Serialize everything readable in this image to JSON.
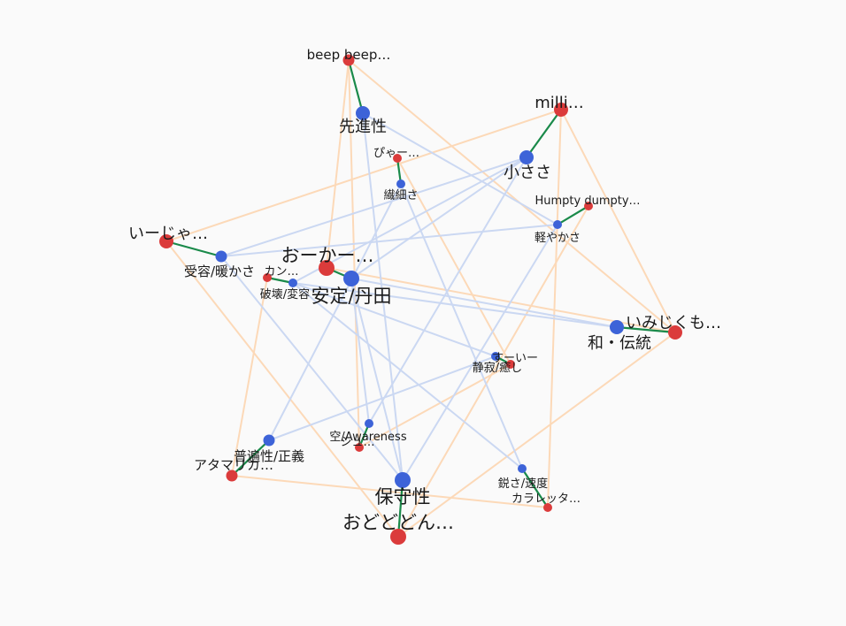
{
  "colors": {
    "background": "#fafafa",
    "pair_node": "#db3b3b",
    "concept_node": "#3d63d8",
    "pair_edge": "#1a8a4a",
    "pair_cross_edge": "#fcd9b8",
    "concept_cross_edge": "#cbd8f2"
  },
  "nodes": [
    {
      "id": "beep",
      "label": "beep beep…",
      "kind": "pair",
      "size": "s"
    },
    {
      "id": "sensei",
      "label": "先進性",
      "kind": "concept",
      "size": "m"
    },
    {
      "id": "milli",
      "label": "milli…",
      "kind": "pair",
      "size": "m"
    },
    {
      "id": "chiisa",
      "label": "小ささ",
      "kind": "concept",
      "size": "m"
    },
    {
      "id": "pya",
      "label": "ぴゃー…",
      "kind": "pair",
      "size": "xs"
    },
    {
      "id": "sensai",
      "label": "繊細さ",
      "kind": "concept",
      "size": "xs"
    },
    {
      "id": "humpty",
      "label": "Humpty dumpty…",
      "kind": "pair",
      "size": "xs"
    },
    {
      "id": "karoyaka",
      "label": "軽やかさ",
      "kind": "concept",
      "size": "xs"
    },
    {
      "id": "iija",
      "label": "いーじゃ…",
      "kind": "pair",
      "size": "m"
    },
    {
      "id": "juyou",
      "label": "受容/暖かさ",
      "kind": "concept",
      "size": "s"
    },
    {
      "id": "okaa",
      "label": "おーかー…",
      "kind": "pair",
      "size": "l"
    },
    {
      "id": "antei",
      "label": "安定/丹田",
      "kind": "concept",
      "size": "l"
    },
    {
      "id": "kanpair",
      "label": "カン…",
      "kind": "pair",
      "size": "xs"
    },
    {
      "id": "hakai",
      "label": "破壊/変容",
      "kind": "concept",
      "size": "xs"
    },
    {
      "id": "imiji",
      "label": "いみじくも…",
      "kind": "pair",
      "size": "m"
    },
    {
      "id": "wa",
      "label": "和・伝統",
      "kind": "concept",
      "size": "m"
    },
    {
      "id": "sui",
      "label": "すーいー",
      "kind": "pair",
      "size": "xs"
    },
    {
      "id": "seijaku",
      "label": "静寂/癒し",
      "kind": "concept",
      "size": "xs"
    },
    {
      "id": "kuupair",
      "label": "シュ…",
      "kind": "pair",
      "size": "xs"
    },
    {
      "id": "kuu",
      "label": "空/Awareness",
      "kind": "concept",
      "size": "xs"
    },
    {
      "id": "atama",
      "label": "アタマリカ…",
      "kind": "pair",
      "size": "s"
    },
    {
      "id": "fuhen",
      "label": "普遍性/正義",
      "kind": "concept",
      "size": "s"
    },
    {
      "id": "karare",
      "label": "カラレッタ…",
      "kind": "pair",
      "size": "xs"
    },
    {
      "id": "surudo",
      "label": "鋭さ/速度",
      "kind": "concept",
      "size": "xs"
    },
    {
      "id": "odo",
      "label": "おどどどん…",
      "kind": "pair",
      "size": "l"
    },
    {
      "id": "hoshu",
      "label": "保守性",
      "kind": "concept",
      "size": "l"
    }
  ],
  "pair_links": [
    [
      "beep",
      "sensei"
    ],
    [
      "milli",
      "chiisa"
    ],
    [
      "pya",
      "sensai"
    ],
    [
      "humpty",
      "karoyaka"
    ],
    [
      "iija",
      "juyou"
    ],
    [
      "okaa",
      "antei"
    ],
    [
      "kanpair",
      "hakai"
    ],
    [
      "imiji",
      "wa"
    ],
    [
      "sui",
      "seijaku"
    ],
    [
      "kuupair",
      "kuu"
    ],
    [
      "atama",
      "fuhen"
    ],
    [
      "karare",
      "surudo"
    ],
    [
      "odo",
      "hoshu"
    ]
  ],
  "pair_cross_links": [
    [
      "beep",
      "okaa"
    ],
    [
      "beep",
      "kuupair"
    ],
    [
      "beep",
      "imiji"
    ],
    [
      "milli",
      "iija"
    ],
    [
      "milli",
      "imiji"
    ],
    [
      "iija",
      "odo"
    ],
    [
      "atama",
      "kanpair"
    ],
    [
      "atama",
      "karare"
    ],
    [
      "humpty",
      "odo"
    ],
    [
      "imiji",
      "odo"
    ],
    [
      "pya",
      "sui"
    ],
    [
      "kuupair",
      "sui"
    ],
    [
      "okaa",
      "imiji"
    ],
    [
      "milli",
      "karare"
    ]
  ],
  "concept_cross_links": [
    [
      "chiisa",
      "juyou"
    ],
    [
      "chiisa",
      "hakai"
    ],
    [
      "chiisa",
      "antei"
    ],
    [
      "juyou",
      "karoyaka"
    ],
    [
      "antei",
      "wa"
    ],
    [
      "sensei",
      "karoyaka"
    ],
    [
      "sensei",
      "hoshu"
    ],
    [
      "sensai",
      "fuhen"
    ],
    [
      "sensai",
      "surudo"
    ],
    [
      "hakai",
      "seijaku"
    ],
    [
      "hakai",
      "wa"
    ],
    [
      "juyou",
      "hoshu"
    ],
    [
      "karoyaka",
      "hoshu"
    ],
    [
      "fuhen",
      "seijaku"
    ],
    [
      "antei",
      "kuu"
    ],
    [
      "hakai",
      "surudo"
    ],
    [
      "kuu",
      "chiisa"
    ],
    [
      "antei",
      "hoshu"
    ]
  ]
}
